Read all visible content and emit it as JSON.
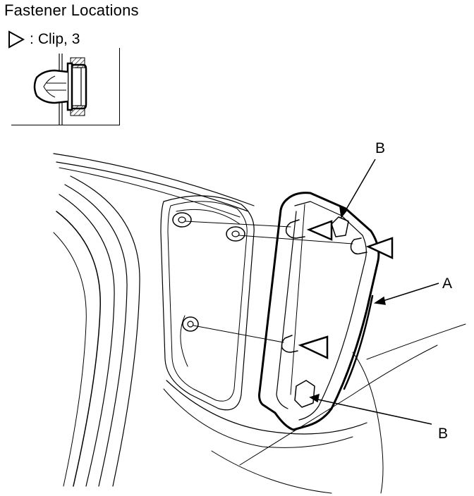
{
  "header": {
    "title": "Fastener Locations"
  },
  "legend": {
    "symbol_icon": "triangle-outline-icon",
    "separator": ":",
    "label": "Clip, 3"
  },
  "callouts": {
    "b_top": "B",
    "a": "A",
    "b_bottom": "B"
  },
  "colors": {
    "ink": "#000000",
    "background": "#ffffff"
  }
}
